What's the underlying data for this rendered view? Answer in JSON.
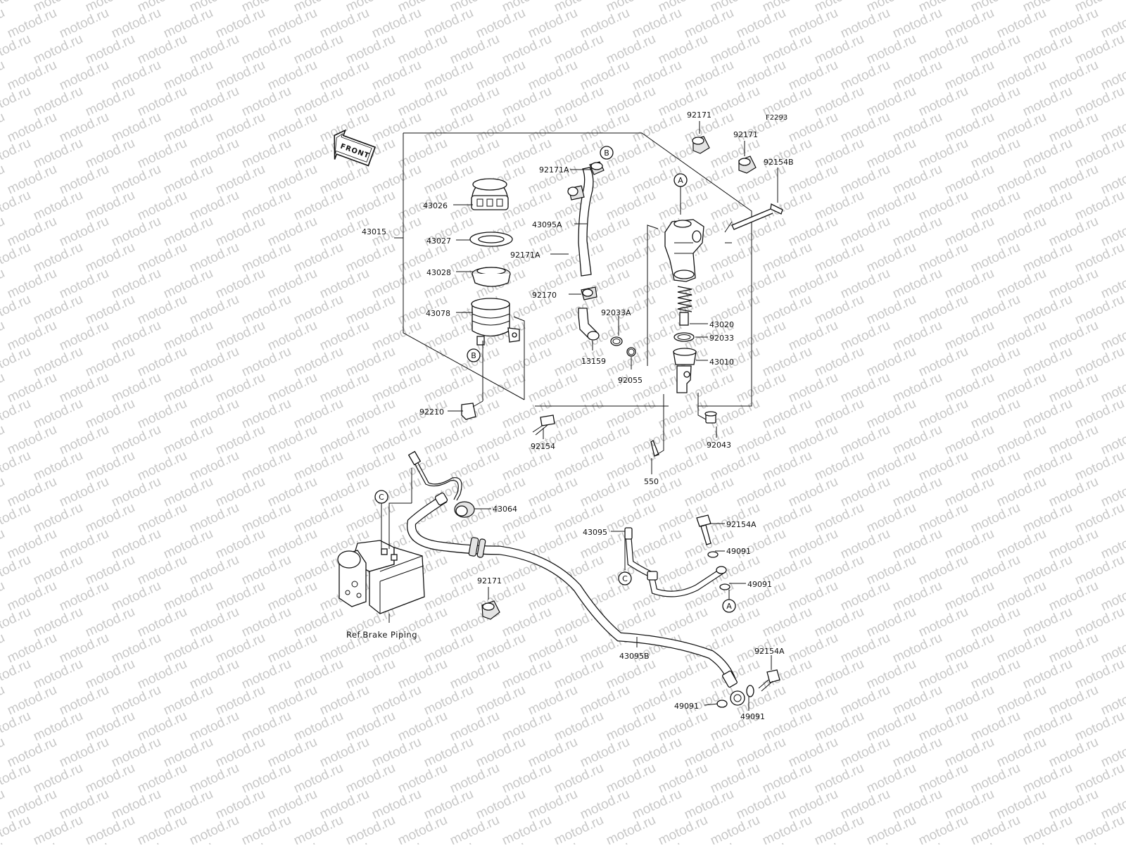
{
  "watermark": "motod.ru",
  "figure_code": "F2293",
  "front_label": "FRONT",
  "ref_label": "Ref.Brake Piping",
  "callouts": [
    {
      "letter": "A"
    },
    {
      "letter": "A"
    },
    {
      "letter": "B"
    },
    {
      "letter": "B"
    },
    {
      "letter": "C"
    },
    {
      "letter": "C"
    }
  ],
  "parts": [
    {
      "number": "92171"
    },
    {
      "number": "92171"
    },
    {
      "number": "92154B"
    },
    {
      "number": "92171A"
    },
    {
      "number": "43026"
    },
    {
      "number": "43095A"
    },
    {
      "number": "43015"
    },
    {
      "number": "43027"
    },
    {
      "number": "92171A"
    },
    {
      "number": "43028"
    },
    {
      "number": "92170"
    },
    {
      "number": "43078"
    },
    {
      "number": "92033A"
    },
    {
      "number": "43020"
    },
    {
      "number": "92033"
    },
    {
      "number": "13159"
    },
    {
      "number": "92055"
    },
    {
      "number": "43010"
    },
    {
      "number": "92210"
    },
    {
      "number": "92154"
    },
    {
      "number": "92043"
    },
    {
      "number": "550"
    },
    {
      "number": "43064"
    },
    {
      "number": "43095"
    },
    {
      "number": "92154A"
    },
    {
      "number": "49091"
    },
    {
      "number": "92171"
    },
    {
      "number": "49091"
    },
    {
      "number": "43095B"
    },
    {
      "number": "92154A"
    },
    {
      "number": "49091"
    },
    {
      "number": "49091"
    }
  ]
}
